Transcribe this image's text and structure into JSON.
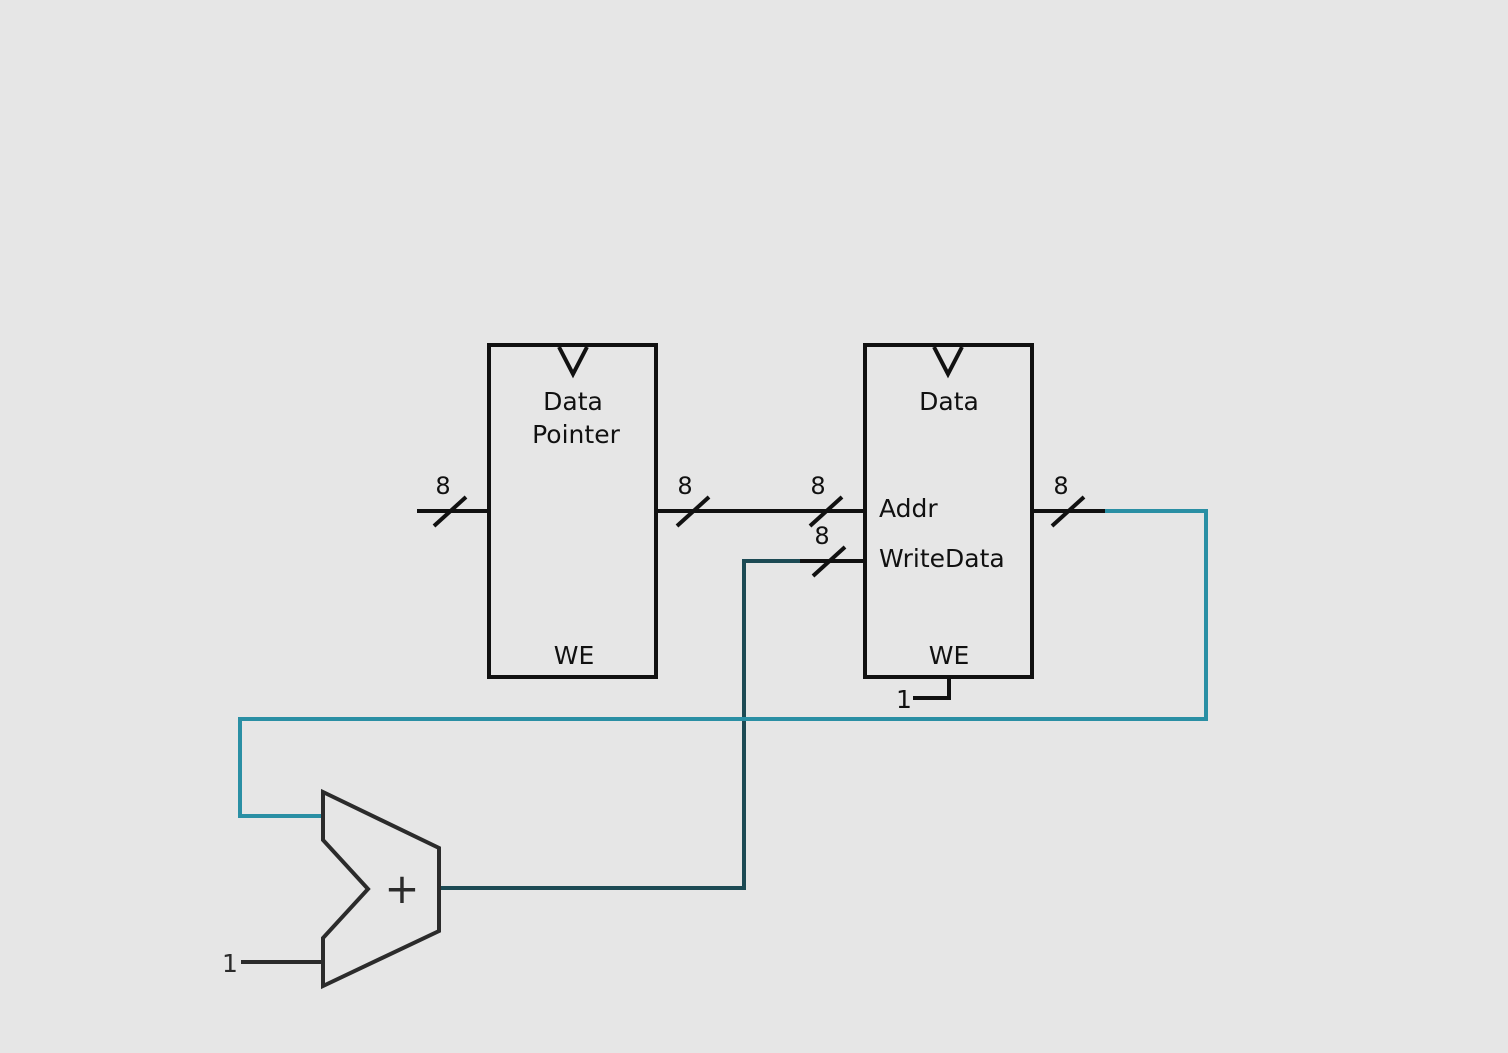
{
  "registers": {
    "data_pointer": {
      "title_line1": "Data",
      "title_line2": "Pointer",
      "we_label": "WE"
    },
    "data": {
      "title": "Data",
      "addr_label": "Addr",
      "writedata_label": "WriteData",
      "we_label": "WE",
      "we_const": "1"
    }
  },
  "bus_widths": {
    "dp_input": "8",
    "dp_output": "8",
    "data_addr": "8",
    "data_writedata": "8",
    "data_output": "8"
  },
  "adder": {
    "symbol": "+",
    "const_input": "1"
  },
  "colors": {
    "background": "#e6e6e6",
    "wire_black": "#111111",
    "wire_teal": "#2a8fa4",
    "wire_dark_teal": "#1c4a54"
  }
}
